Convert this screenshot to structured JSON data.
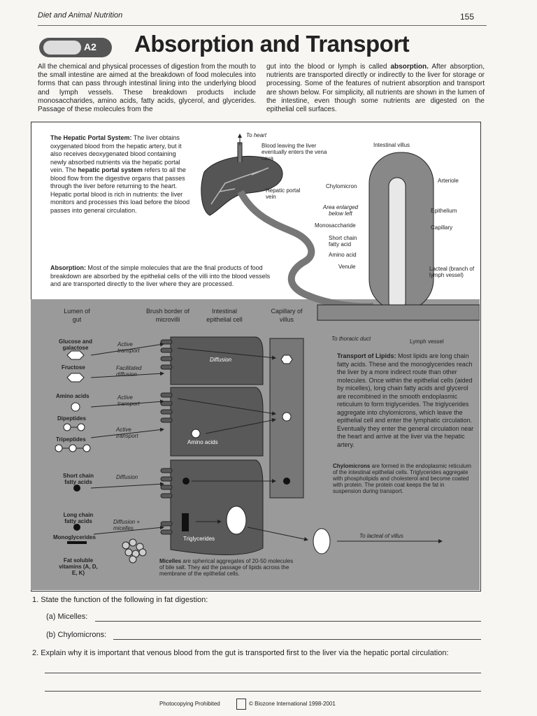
{
  "header": {
    "running_title": "Diet and Animal Nutrition",
    "page_number": "155"
  },
  "badge": {
    "code": "A2"
  },
  "title": "Absorption and Transport",
  "intro": {
    "left": "All the chemical and physical processes of digestion from the mouth to the small intestine are aimed at the breakdown of food molecules into forms that can pass through intestinal lining into the underlying blood and lymph vessels. These breakdown products include monosaccharides, amino acids, fatty acids, glycerol, and glycerides. Passage of these molecules from the",
    "right_pre": "gut into the blood or lymph is called ",
    "right_term": "absorption.",
    "right_post": " After absorption, nutrients are transported directly or indirectly to the liver for storage or processing. Some of the features of nutrient absorption and transport are shown below. For simplicity, all nutrients are shown in the lumen of the intestine, even though some nutrients are digested on the epithelial cell surfaces."
  },
  "hepatic": {
    "heading": "The Hepatic Portal System:",
    "p1": " The liver obtains oxygenated blood from the hepatic artery, but it also receives deoxygenated blood containing newly absorbed nutrients via the hepatic portal vein. The ",
    "term": "hepatic portal system",
    "p2": " refers to all the blood flow from the digestive organs that passes through the liver before returning to the heart. Hepatic portal blood is rich in nutrients: the liver monitors and processes this load before the blood passes into general circulation."
  },
  "absorption": {
    "heading": "Absorption:",
    "text": " Most of the simple molecules that are the final products of food breakdown are absorbed by the epithelial cells of the villi into the blood vessels and are transported directly to the liver where they are processed."
  },
  "liver_labels": {
    "to_heart": "To heart",
    "blood_leaving": "Blood leaving the liver eventually enters the vena cava",
    "hepatic_portal_vein": "Hepatic portal vein"
  },
  "villus_labels": {
    "intestinal_villus": "Intestinal villus",
    "chylomicron": "Chylomicron",
    "area_enlarged": "Area enlarged below left",
    "monosaccharide": "Monosaccharide",
    "short_chain": "Short chain fatty acid",
    "amino_acid": "Amino acid",
    "venule": "Venule",
    "arteriole": "Arteriole",
    "epithelium": "Epithelium",
    "capillary": "Capillary",
    "lacteal": "Lacteal (branch of lymph vessel)",
    "thoracic_duct": "To thoracic duct",
    "lymph_vessel": "Lymph vessel"
  },
  "columns": {
    "lumen": "Lumen of gut",
    "brush": "Brush border of microvilli",
    "epithelial": "Intestinal epithelial cell",
    "capillary": "Capillary of villus"
  },
  "nutrients": {
    "glucose": "Glucose and galactose",
    "fructose": "Fructose",
    "amino_acids": "Amino acids",
    "dipeptides": "Dipeptides",
    "tripeptides": "Tripeptides",
    "short_chain": "Short chain fatty acids",
    "long_chain": "Long chain fatty acids",
    "monoglycerides": "Monoglycerides",
    "fat_soluble": "Fat soluble vitamins (A, D, E, K)"
  },
  "transport": {
    "active1": "Active transport",
    "facilitated": "Facilitated diffusion",
    "active2": "Active transport",
    "active3": "Active transport",
    "diffusion1": "Diffusion",
    "diffusion2": "Diffusion + micelles",
    "cell_diffusion": "Diffusion",
    "amino_acids_cell": "Amino acids",
    "triglycerides": "Triglycerides",
    "to_lacteal": "To lacteal of villus"
  },
  "lipids": {
    "heading": "Transport of Lipids:",
    "text": " Most lipids are long chain fatty acids. These and the monoglycerides reach the liver by a more indirect route than other molecules. Once within the epithelial cells (aided by micelles), long chain fatty acids and glycerol are recombined in the smooth endoplasmic reticulum to form triglycerides. The triglycerides aggregate into chylomicrons, which leave the epithelial cell and enter the lymphatic circulation. Eventually they enter the general circulation near the heart and arrive at the liver via the hepatic artery."
  },
  "chylo": {
    "heading": "Chylomicrons",
    "text": " are formed in the endoplasmic reticulum of the intestinal epithelial cells. Triglycerides aggregate with phospholipids and cholesterol and become coated with protein. The protein coat keeps the fat in suspension during transport."
  },
  "micelles": {
    "heading": "Micelles",
    "text": " are spherical aggregates of 20-50 molecules of bile salt. They aid the passage of lipids across the membrane of the epithelial cells."
  },
  "questions": {
    "q1": "1.  State the function of the following in fat digestion:",
    "q1a": "(a) Micelles:",
    "q1b": "(b) Chylomicrons:",
    "q2": "2.  Explain why it is important that venous blood from the gut is transported first to the liver via the hepatic portal circulation:"
  },
  "footer": {
    "left": "Photocopying Prohibited",
    "right": "© Biozone International 1998-2001"
  }
}
